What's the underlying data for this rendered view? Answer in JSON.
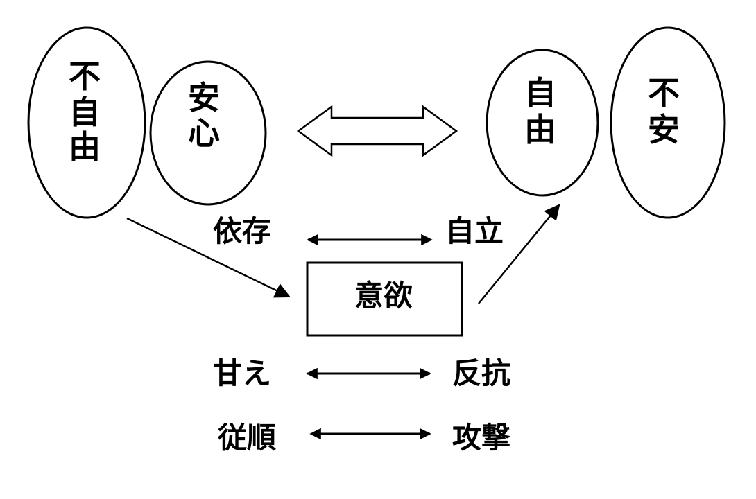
{
  "diagram": {
    "top_left": {
      "outer_oval": [
        "不",
        "自",
        "由"
      ],
      "inner_oval": [
        "安",
        "心"
      ]
    },
    "top_right": {
      "inner_oval": [
        "自",
        "由"
      ],
      "outer_oval": [
        "不",
        "安"
      ]
    },
    "middle_row": {
      "left": "依存",
      "right": "自立"
    },
    "center_box": "意欲",
    "row_two": {
      "left": "甘え",
      "right": "反抗"
    },
    "row_three": {
      "left": "従順",
      "right": "攻撃"
    },
    "colors": {
      "stroke": "#000000",
      "background": "#ffffff"
    }
  }
}
